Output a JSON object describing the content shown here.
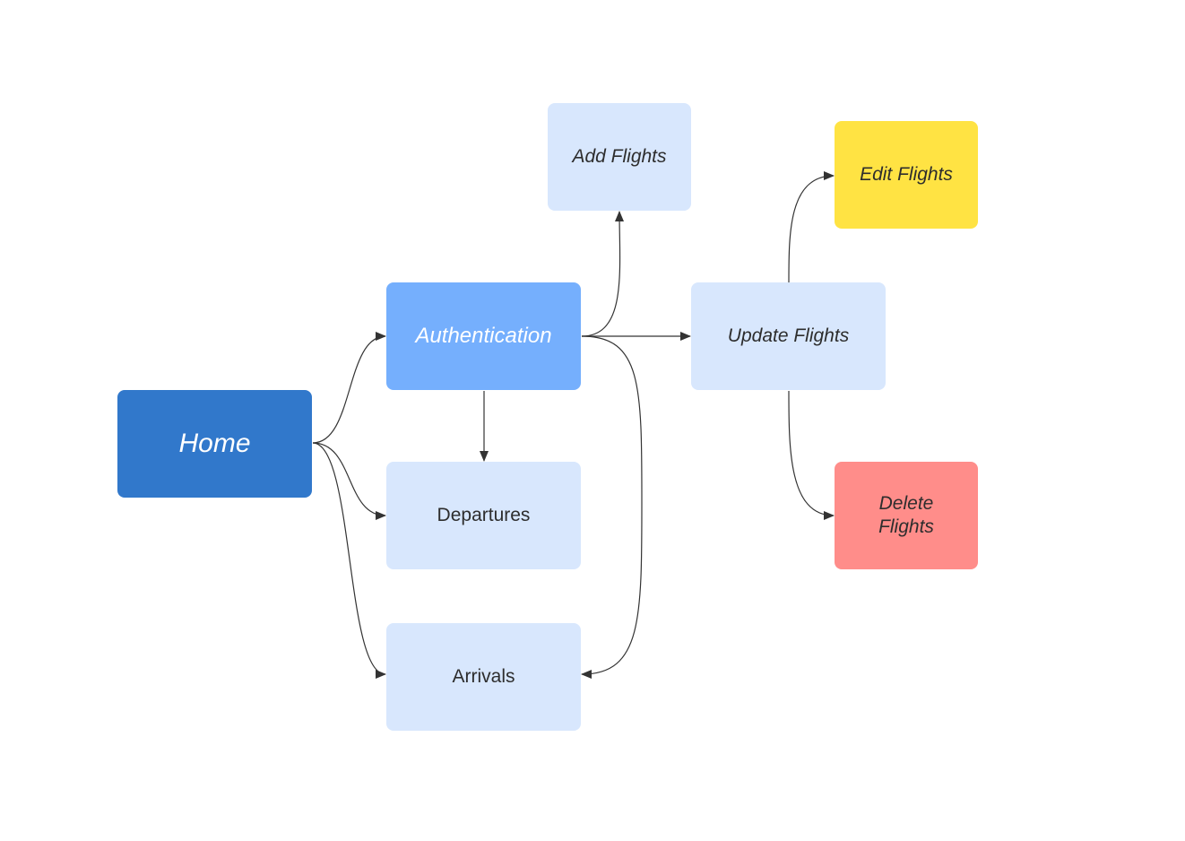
{
  "diagram": {
    "nodes": [
      {
        "id": "home",
        "label": "Home",
        "fill": "#3178CB",
        "text_color": "#FFFFFF",
        "italic": true
      },
      {
        "id": "auth",
        "label": "Authentication",
        "fill": "#75AFFD",
        "text_color": "#FFFFFF",
        "italic": true
      },
      {
        "id": "departures",
        "label": "Departures",
        "fill": "#D8E7FD",
        "text_color": "#2D2D2D",
        "italic": false
      },
      {
        "id": "arrivals",
        "label": "Arrivals",
        "fill": "#D8E7FD",
        "text_color": "#2D2D2D",
        "italic": false
      },
      {
        "id": "add",
        "label": "Add Flights",
        "fill": "#D8E7FD",
        "text_color": "#2D2D2D",
        "italic": true
      },
      {
        "id": "update",
        "label": "Update Flights",
        "fill": "#D8E7FD",
        "text_color": "#2D2D2D",
        "italic": true
      },
      {
        "id": "edit",
        "label": "Edit Flights",
        "fill": "#FFE343",
        "text_color": "#2D2D2D",
        "italic": true
      },
      {
        "id": "delete",
        "label": "Delete Flights",
        "fill": "#FF8D8A",
        "text_color": "#2D2D2D",
        "italic": true
      }
    ],
    "edges": [
      {
        "from": "home",
        "to": "auth"
      },
      {
        "from": "home",
        "to": "departures"
      },
      {
        "from": "home",
        "to": "arrivals"
      },
      {
        "from": "auth",
        "to": "departures"
      },
      {
        "from": "auth",
        "to": "add"
      },
      {
        "from": "auth",
        "to": "update"
      },
      {
        "from": "auth",
        "to": "arrivals"
      },
      {
        "from": "update",
        "to": "edit"
      },
      {
        "from": "update",
        "to": "delete"
      }
    ],
    "edge_color": "#333333"
  }
}
